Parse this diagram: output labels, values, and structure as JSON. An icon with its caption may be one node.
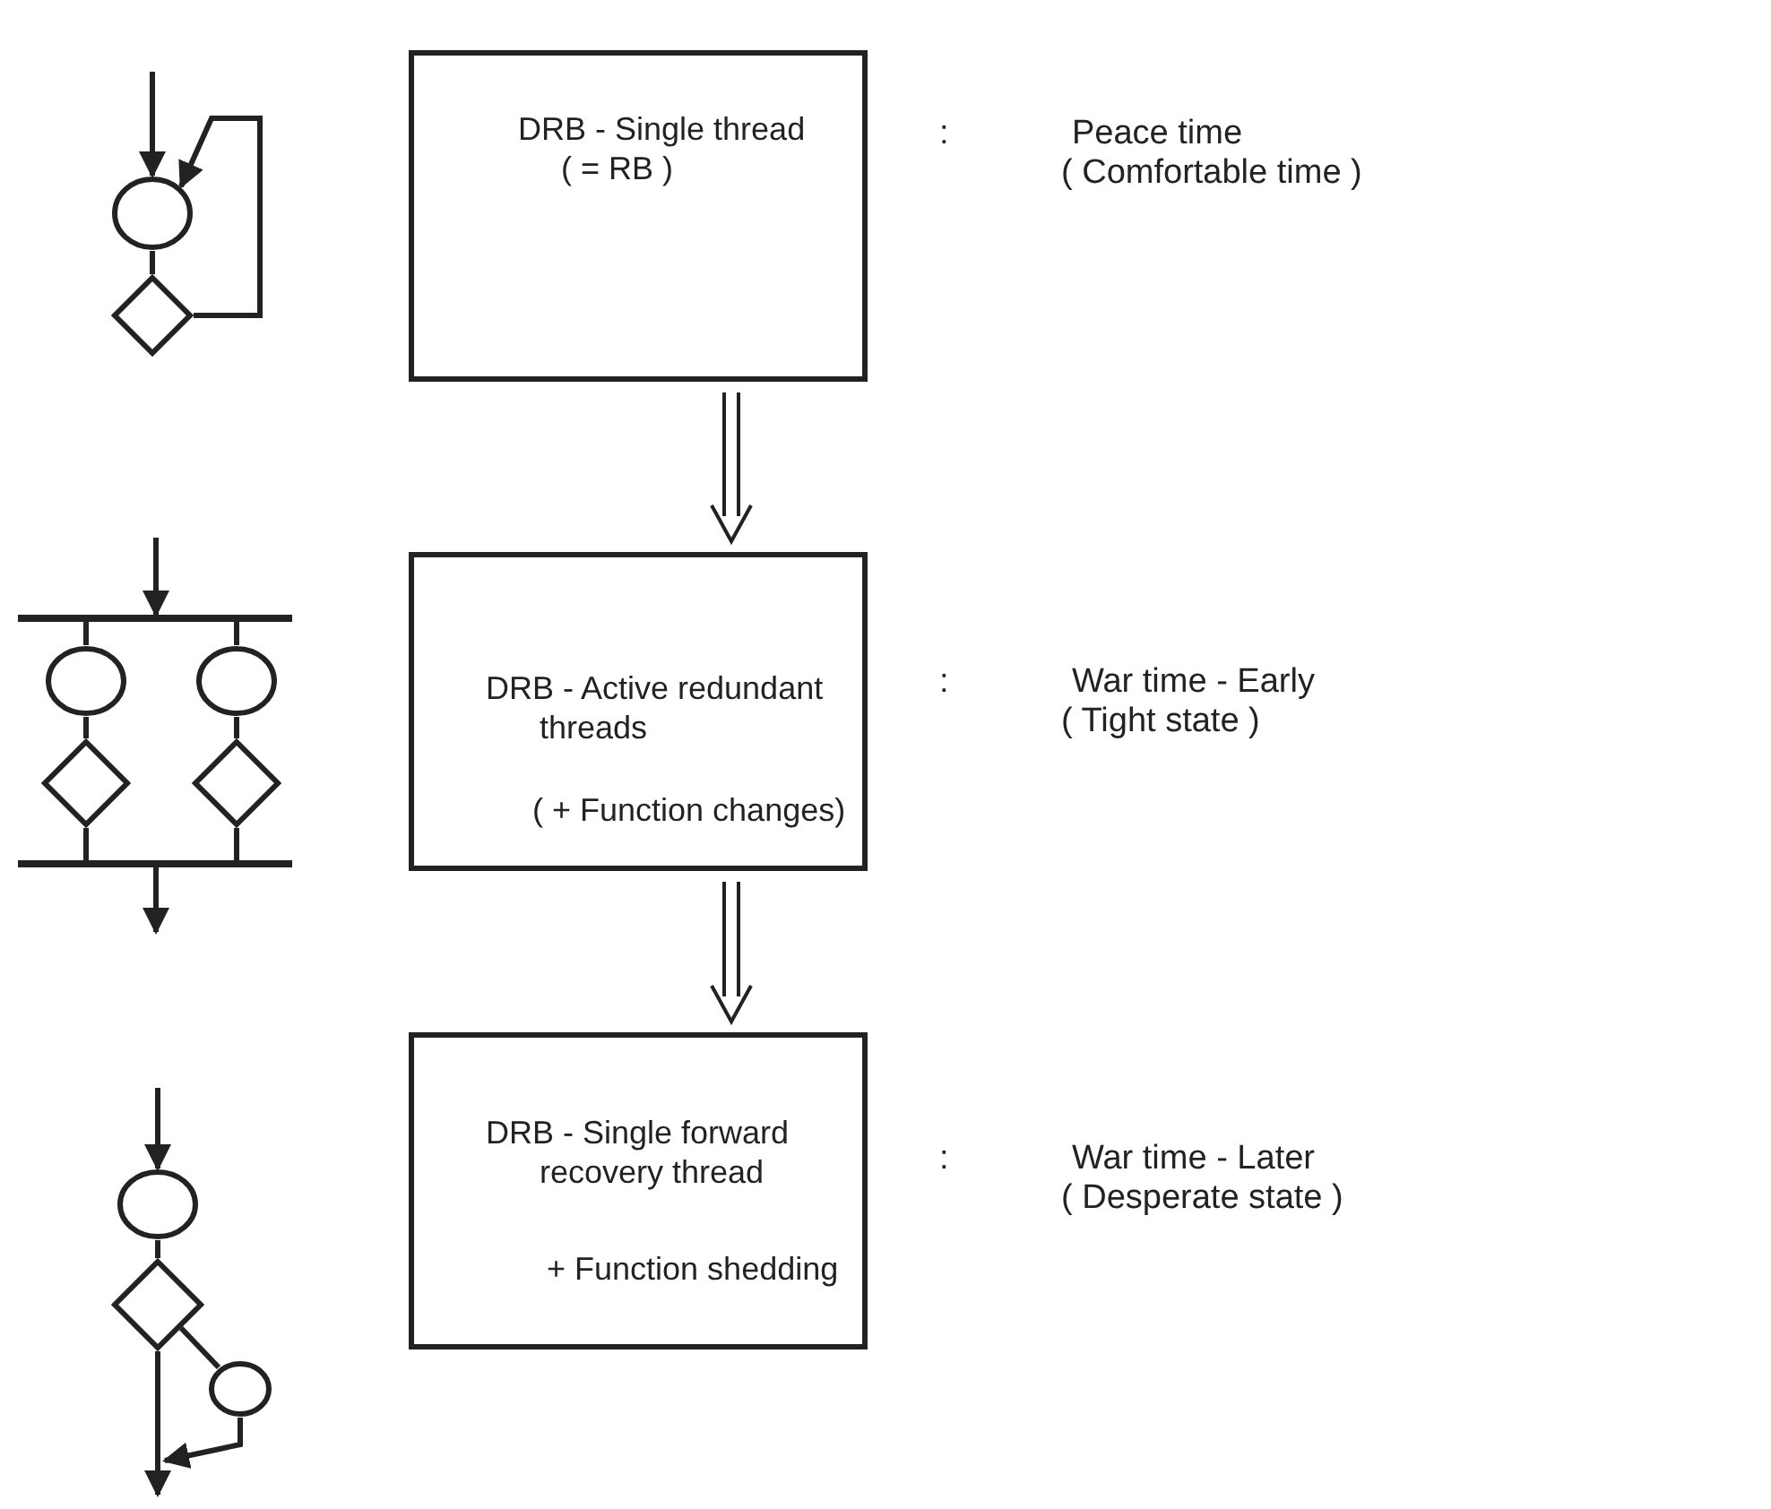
{
  "diagram": {
    "nodes": [
      {
        "text": [],
        "shape": "circle"
      },
      {
        "text": [],
        "shape": "diamond"
      },
      {
        "text": [
          "DRB - Single thread",
          "( = RB )"
        ],
        "beside": [
          ":",
          "Peace time",
          "( Comfortable time )"
        ]
      },
      {
        "text": [],
        "shape": "bar"
      },
      {
        "text": [],
        "shape": "circle"
      },
      {
        "text": [],
        "shape": "circle"
      },
      {
        "text": [],
        "shape": "diamond"
      },
      {
        "text": [],
        "shape": "diamond"
      },
      {
        "text": [],
        "shape": "bar"
      },
      {
        "text": [
          "DRB - Active redundant threads",
          "( + Function changes)"
        ],
        "beside": [
          ":",
          "War time - Early",
          "( Tight state )"
        ]
      },
      {
        "text": [],
        "shape": "circle"
      },
      {
        "text": [],
        "shape": "diamond"
      },
      {
        "text": [],
        "shape": "circle"
      },
      {
        "text": [
          "DRB - Single forward recovery thread",
          "+ Function shedding"
        ],
        "beside": [
          ":",
          "War time - Later",
          "( Desperate state )"
        ]
      }
    ],
    "edges": [
      {
        "from": null,
        "to": 0,
        "arrow": "to"
      },
      {
        "from": 0,
        "to": 1,
        "arrow": "none"
      },
      {
        "from": 1,
        "to": 0,
        "arrow": "to"
      },
      {
        "from": 2,
        "to": 9,
        "arrow": "to"
      },
      {
        "from": null,
        "to": 3,
        "arrow": "to"
      },
      {
        "from": 3,
        "to": 4,
        "arrow": "none"
      },
      {
        "from": 3,
        "to": 5,
        "arrow": "none"
      },
      {
        "from": 4,
        "to": 6,
        "arrow": "none"
      },
      {
        "from": 5,
        "to": 7,
        "arrow": "none"
      },
      {
        "from": 6,
        "to": 8,
        "arrow": "none"
      },
      {
        "from": 7,
        "to": 8,
        "arrow": "none"
      },
      {
        "from": 8,
        "to": null,
        "arrow": "to"
      },
      {
        "from": 9,
        "to": 13,
        "arrow": "to"
      },
      {
        "from": null,
        "to": 10,
        "arrow": "to"
      },
      {
        "from": 10,
        "to": 11,
        "arrow": "none"
      },
      {
        "from": 11,
        "to": null,
        "arrow": "to"
      },
      {
        "from": 11,
        "to": 12,
        "arrow": "none"
      },
      {
        "from": 12,
        "to": null,
        "arrow": "to"
      }
    ]
  }
}
